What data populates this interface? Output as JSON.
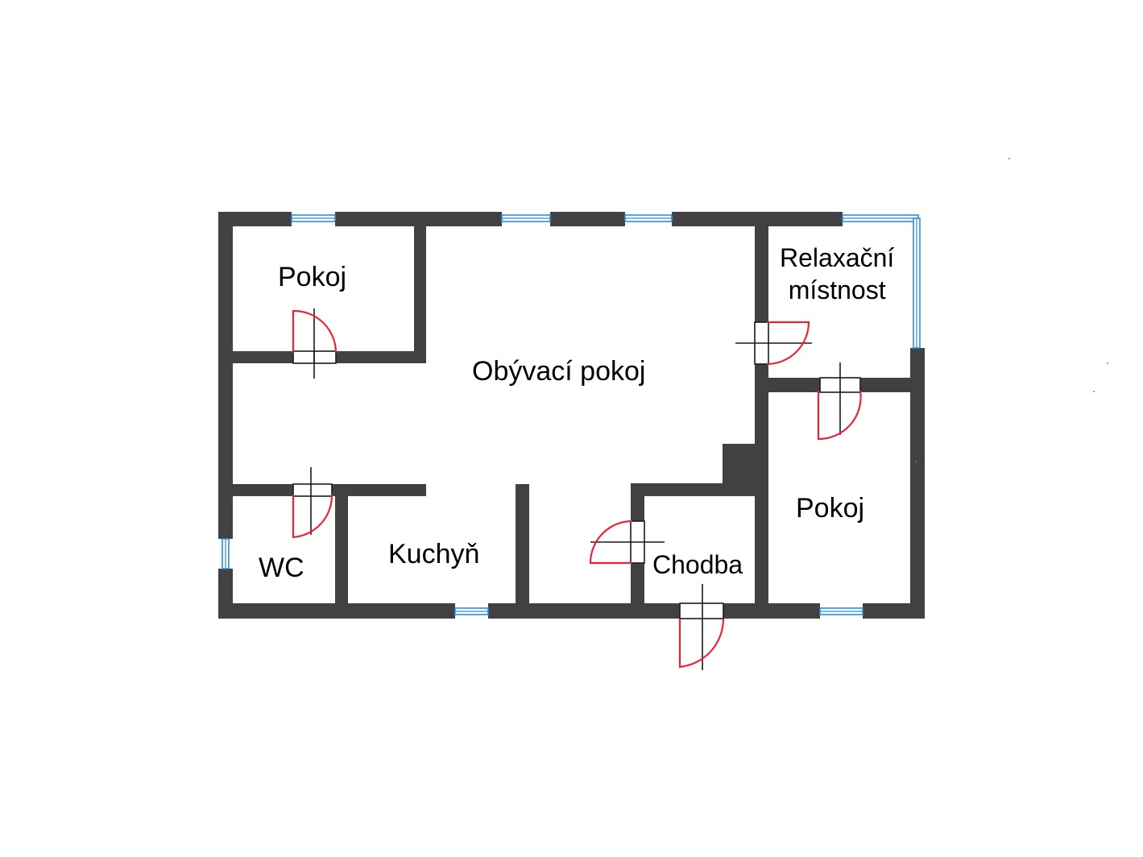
{
  "rooms": {
    "bedroom_left": "Pokoj",
    "living_room": "Obývací pokoj",
    "relax_room": "Relaxační\nmístnost",
    "bedroom_right": "Pokoj",
    "wc": "WC",
    "kitchen": "Kuchyň",
    "hallway": "Chodba"
  },
  "colors": {
    "wall": "#414141",
    "window": "#2b8fd6",
    "door_swing": "#e8243a",
    "background": "#ffffff"
  }
}
